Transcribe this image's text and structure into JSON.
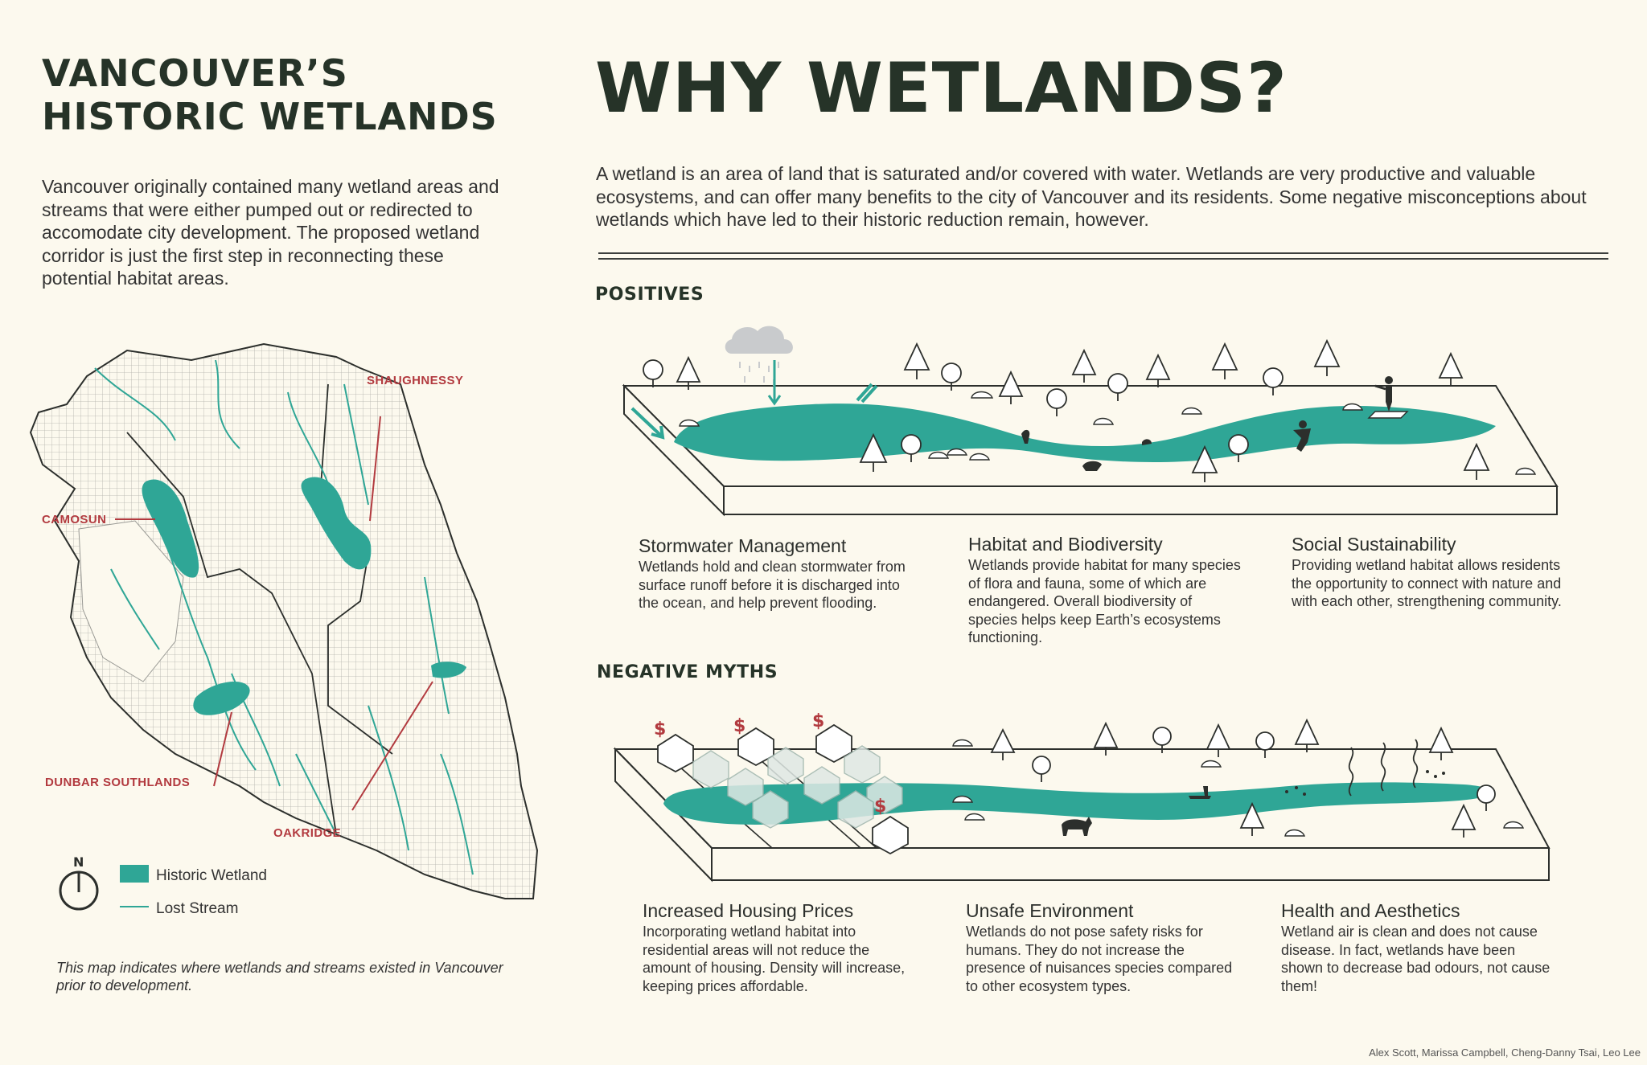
{
  "left": {
    "title_line1": "VANCOUVER’S",
    "title_line2": "HISTORIC WETLANDS",
    "intro": "Vancouver originally contained many wetland areas and streams that were either pumped out or redirected to accomodate city development. The proposed wetland corridor is just the first step in reconnecting these potential habitat areas.",
    "map_labels": {
      "shaughnessy": "SHAUGHNESSY",
      "camosun": "CAMOSUN",
      "dunbar": "DUNBAR SOUTHLANDS",
      "oakridge": "OAKRIDGE"
    },
    "north": "N",
    "legend": {
      "wetland": "Historic Wetland",
      "stream": "Lost Stream"
    },
    "caption": "This map indicates where wetlands and streams existed in Vancouver prior to development."
  },
  "main": {
    "title": "WHY WETLANDS?",
    "intro": "A wetland is an area of land that is saturated and/or covered with water. Wetlands are very productive and valuable ecosystems, and can offer many benefits to the city of Vancouver and its residents. Some negative misconceptions about wetlands which have led to their historic reduction remain, however."
  },
  "positives": {
    "heading": "POSITIVES",
    "cards": [
      {
        "title": "Stormwater Management",
        "text": "Wetlands hold and clean stormwater from surface runoff before it is discharged into the ocean, and help prevent flooding."
      },
      {
        "title": "Habitat and Biodiversity",
        "text": "Wetlands provide habitat for many species of flora and fauna, some of which are endangered. Overall biodiversity of species helps keep Earth’s ecosystems functioning."
      },
      {
        "title": "Social Sustainability",
        "text": "Providing wetland habitat allows residents the opportunity to connect with nature and with each other, strengthening community."
      }
    ]
  },
  "myths": {
    "heading": "NEGATIVE MYTHS",
    "cards": [
      {
        "title": "Increased Housing Prices",
        "text": "Incorporating wetland habitat into residential areas will not reduce the amount of housing. Density will increase, keeping prices affordable."
      },
      {
        "title": "Unsafe Environment",
        "text": "Wetlands do not pose safety risks for humans. They do not increase the presence of nuisances species compared to other ecosystem types."
      },
      {
        "title": "Health and Aesthetics",
        "text": "Wetland air is clean and does not cause disease. In fact, wetlands have been shown to decrease bad odours, not cause them!"
      }
    ],
    "price_symbol": "$"
  },
  "credits": "Alex Scott, Marissa Campbell, Cheng-Danny Tsai, Leo Lee",
  "colors": {
    "wetland": "#2fa696",
    "accent_red": "#b23a3f",
    "ink": "#263328",
    "background": "#fcf9ee"
  }
}
